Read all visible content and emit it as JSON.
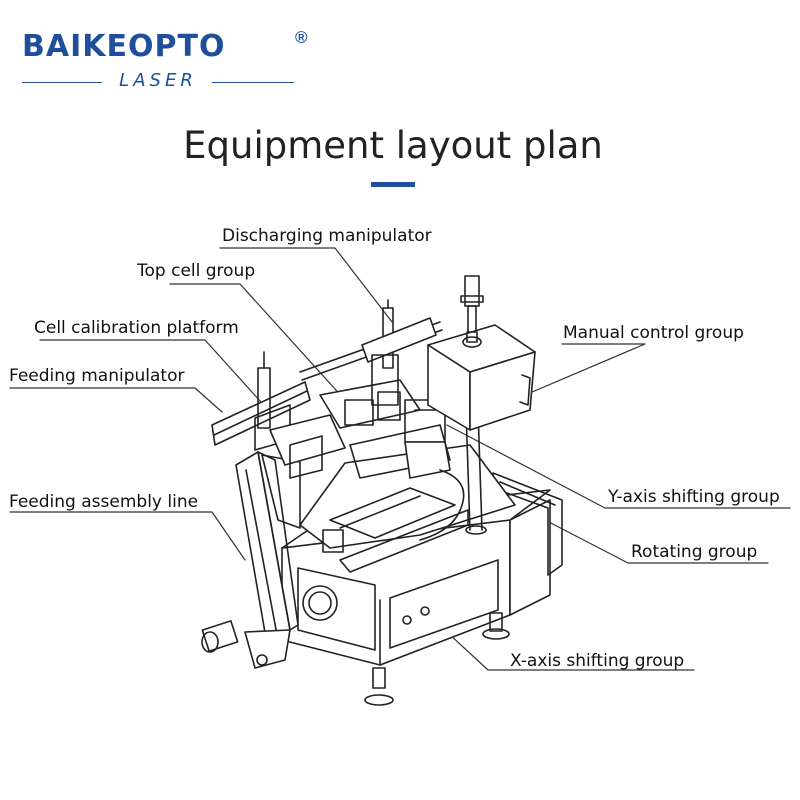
{
  "brand": {
    "name": "BAIKEOPTO",
    "registered": "®",
    "sub": "LASER",
    "color": "#1f4f9c"
  },
  "title": "Equipment layout plan",
  "labels": {
    "discharging_manipulator": "Discharging manipulator",
    "top_cell_group": "Top cell group",
    "cell_calibration_platform": "Cell calibration platform",
    "feeding_manipulator": "Feeding manipulator",
    "feeding_assembly_line": "Feeding assembly line",
    "manual_control_group": "Manual control group",
    "y_axis_shifting_group": "Y-axis shifting group",
    "rotating_group": "Rotating group",
    "x_axis_shifting_group": "X-axis shifting group"
  }
}
